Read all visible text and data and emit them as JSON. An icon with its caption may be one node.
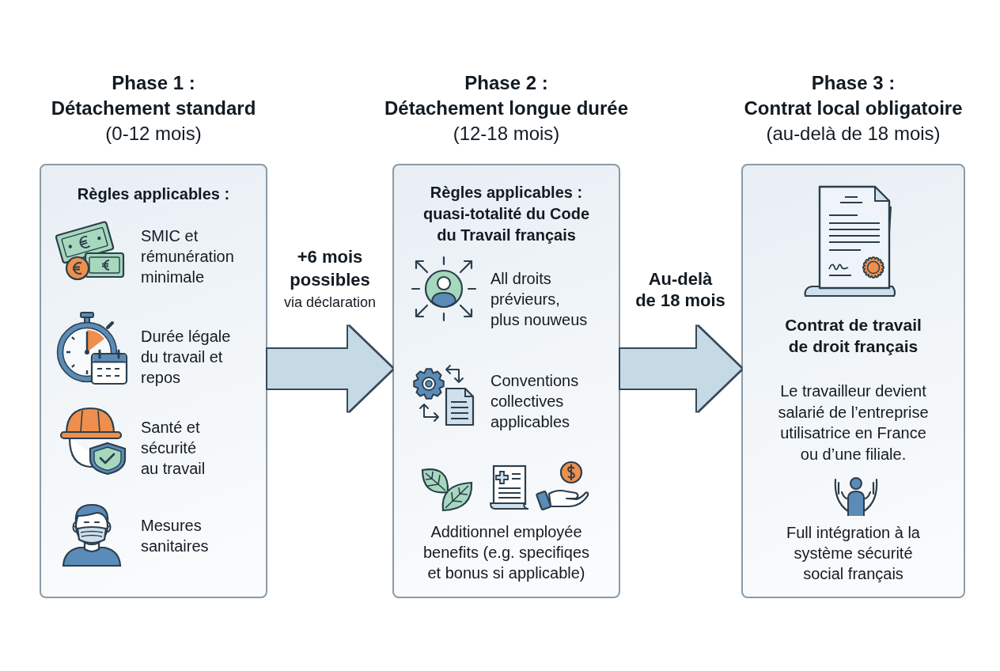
{
  "diagram": {
    "nodes": [
      {
        "text": [
          "Phase 1 : Détachement standard",
          "(0-12 mois)",
          "Règles applicables :",
          "SMIC et rémunération minimale",
          "Durée légale du travail et repos",
          "Santé et sécurité au travail",
          "Mesures sanitaires"
        ]
      },
      {
        "text": [
          "Phase 2 : Détachement longue durée",
          "(12-18 mois)",
          "Règles applicables : quasi-totalité du Code du Travail français",
          "All droits prévieurs, plus nouweus",
          "Conventions collectives applicables",
          "Additionnel employée benefits (e.g. specifiqes et bonus si applicable)"
        ]
      },
      {
        "text": [
          "Phase 3 : Contrat local obligatoire",
          "(au-delà de 18 mois)",
          "Contrat de travail de droit français",
          "Le travailleur devient salarié de l’entreprise utilisatrice en France ou d’une filiale.",
          "Full intégration à la système sécurité social français"
        ]
      }
    ],
    "edges": [
      {
        "from": 0,
        "to": 1,
        "arrow": "to",
        "label": "**+6 mois possibles** via déclaration"
      },
      {
        "from": 1,
        "to": 2,
        "arrow": "to",
        "label": "Au-delà de 18 mois"
      }
    ]
  }
}
